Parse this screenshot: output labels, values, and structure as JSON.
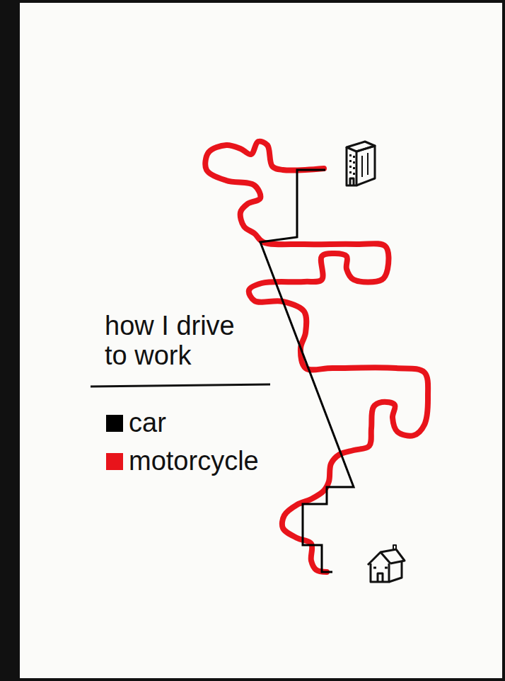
{
  "diagram": {
    "title": "how I drive to work",
    "legend": [
      {
        "text": "car",
        "color": "#000000"
      },
      {
        "text": "motorcycle",
        "color": "#e8141b"
      }
    ]
  }
}
